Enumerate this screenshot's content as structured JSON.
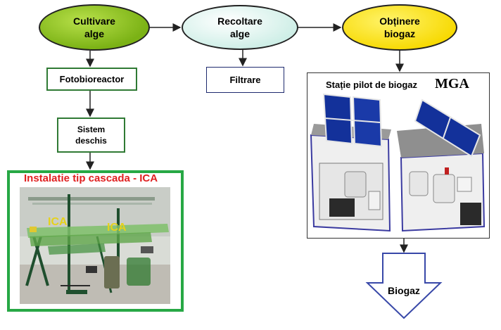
{
  "process": {
    "cultivare": "Cultivare\nalge",
    "recoltare": "Recoltare\nalge",
    "obtinere": "Obținere\nbiogaz"
  },
  "steps": {
    "fotobioreactor": "Fotobioreactor",
    "sistem": "Sistem\ndeschis",
    "filtrare": "Filtrare"
  },
  "installation": {
    "title": "Instalatie tip cascada - ICA",
    "sign_left": "ICA",
    "sign_right": "ICA"
  },
  "station": {
    "title": "Stație pilot de biogaz",
    "brand": "MGA"
  },
  "output": {
    "label": "Biogaz"
  },
  "colors": {
    "cultivare_fill": "#8bc21a",
    "recoltare_fill": "#dff5ee",
    "obtinere_fill": "#ffe600",
    "green_border": "#2f7a34",
    "navy_border": "#1e2a6e",
    "frame_green": "#27a845",
    "title_red": "#e02020"
  }
}
